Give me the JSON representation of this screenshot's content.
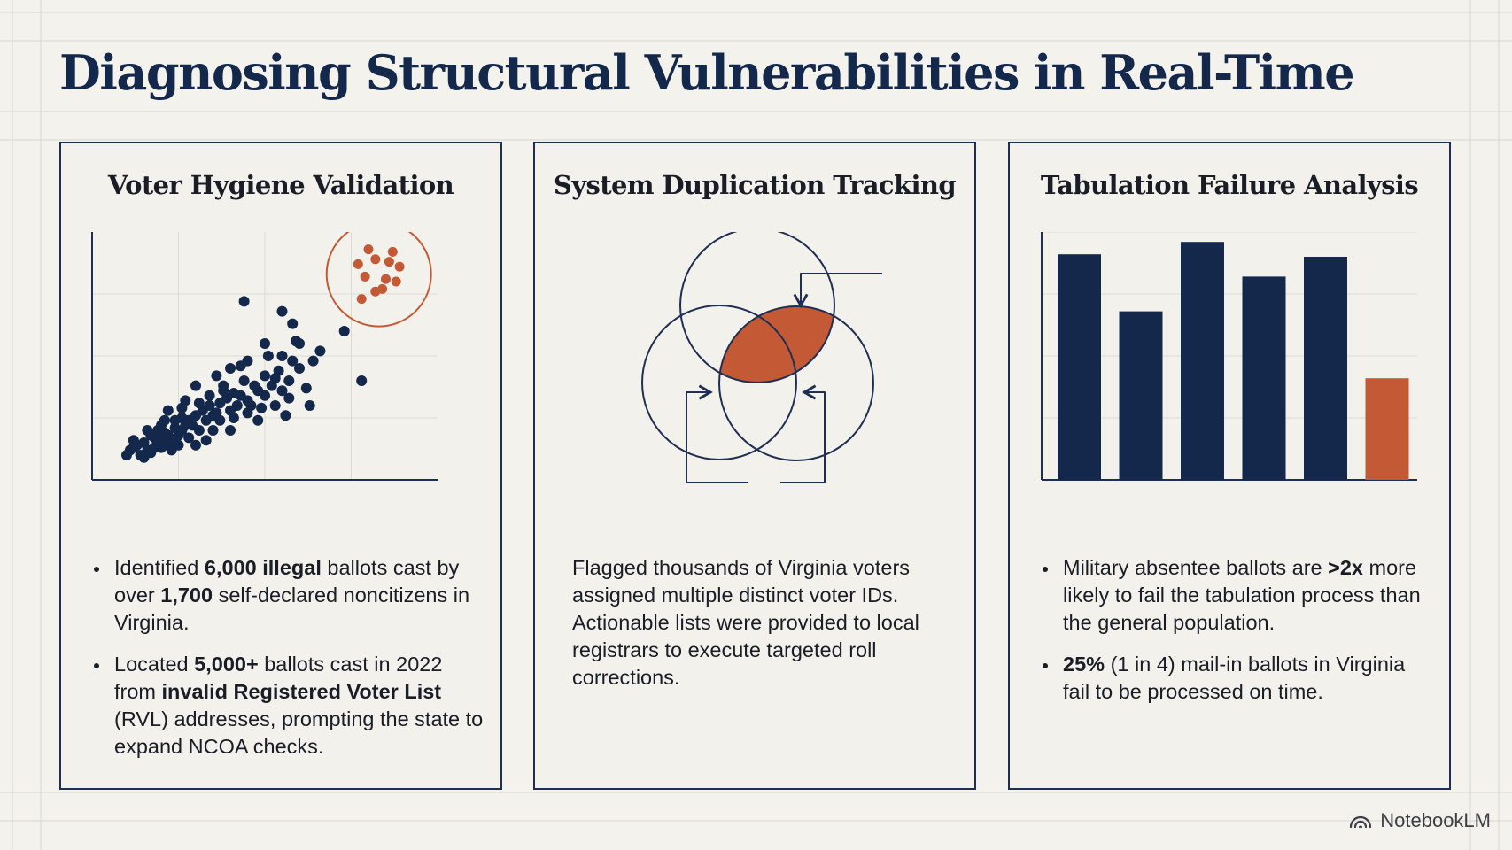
{
  "page": {
    "title": "Diagnosing Structural Vulnerabilities in Real-Time"
  },
  "colors": {
    "navy": "#14284c",
    "accent": "#c45a35",
    "background": "#f4f2ec"
  },
  "panels": [
    {
      "title": "Voter Hygiene Validation",
      "bullets": [
        [
          {
            "text": "Identified "
          },
          {
            "text": "6,000 illegal",
            "bold": true
          },
          {
            "text": " ballots cast by over "
          },
          {
            "text": "1,700",
            "bold": true
          },
          {
            "text": " self-declared noncitizens in Virginia."
          }
        ],
        [
          {
            "text": "Located "
          },
          {
            "text": "5,000+",
            "bold": true
          },
          {
            "text": " ballots cast in 2022 from "
          },
          {
            "text": "invalid Registered Voter List",
            "bold": true
          },
          {
            "text": " (RVL) addresses, prompting the state to expand NCOA checks."
          }
        ]
      ]
    },
    {
      "title": "System Duplication Tracking",
      "paragraph": "Flagged thousands of Virginia voters assigned multiple distinct voter IDs. Actionable lists were provided to local registrars to execute targeted roll corrections."
    },
    {
      "title": "Tabulation Failure Analysis",
      "bullets": [
        [
          {
            "text": "Military absentee ballots are "
          },
          {
            "text": ">2x",
            "bold": true
          },
          {
            "text": " more likely to fail the tabulation process than the general population."
          }
        ],
        [
          {
            "text": "25%",
            "bold": true
          },
          {
            "text": " (1 in 4) mail-in ballots in Virginia fail to be processed on time."
          }
        ]
      ]
    }
  ],
  "scatter": {
    "ylim": [
      0,
      100
    ],
    "xlim": [
      0,
      100
    ],
    "main_points": [
      [
        10,
        10
      ],
      [
        12,
        13
      ],
      [
        14,
        10
      ],
      [
        15,
        15
      ],
      [
        16,
        12
      ],
      [
        18,
        17
      ],
      [
        18,
        13
      ],
      [
        19,
        15
      ],
      [
        20,
        16
      ],
      [
        21,
        19
      ],
      [
        22,
        18
      ],
      [
        23,
        16
      ],
      [
        24,
        21
      ],
      [
        25,
        18
      ],
      [
        20,
        13
      ],
      [
        17,
        18
      ],
      [
        22,
        14
      ],
      [
        26,
        20
      ],
      [
        27,
        22
      ],
      [
        28,
        24
      ],
      [
        26,
        25
      ],
      [
        24,
        24
      ],
      [
        30,
        26
      ],
      [
        32,
        28
      ],
      [
        29,
        22
      ],
      [
        31,
        20
      ],
      [
        33,
        24
      ],
      [
        35,
        26
      ],
      [
        34,
        30
      ],
      [
        37,
        31
      ],
      [
        36,
        27
      ],
      [
        39,
        33
      ],
      [
        40,
        28
      ],
      [
        41,
        35
      ],
      [
        38,
        36
      ],
      [
        43,
        34
      ],
      [
        45,
        32
      ],
      [
        42,
        30
      ],
      [
        47,
        38
      ],
      [
        44,
        40
      ],
      [
        46,
        30
      ],
      [
        48,
        36
      ],
      [
        50,
        34
      ],
      [
        50,
        42
      ],
      [
        52,
        38
      ],
      [
        54,
        44
      ],
      [
        53,
        30
      ],
      [
        55,
        36
      ],
      [
        57,
        40
      ],
      [
        58,
        48
      ],
      [
        60,
        45
      ],
      [
        62,
        37
      ],
      [
        64,
        48
      ],
      [
        60,
        55
      ],
      [
        55,
        50
      ],
      [
        50,
        55
      ],
      [
        45,
        48
      ],
      [
        40,
        45
      ],
      [
        36,
        42
      ],
      [
        30,
        38
      ],
      [
        27,
        32
      ],
      [
        22,
        28
      ],
      [
        40,
        20
      ],
      [
        48,
        24
      ],
      [
        56,
        26
      ],
      [
        33,
        16
      ],
      [
        20,
        22
      ],
      [
        16,
        20
      ],
      [
        12,
        16
      ],
      [
        43,
        46
      ],
      [
        51,
        50
      ],
      [
        58,
        63
      ],
      [
        66,
        52
      ],
      [
        73,
        60
      ],
      [
        63,
        30
      ],
      [
        78,
        40
      ],
      [
        44,
        72
      ],
      [
        55,
        68
      ],
      [
        59,
        56
      ],
      [
        15,
        9
      ],
      [
        11,
        12
      ],
      [
        13,
        14
      ],
      [
        17,
        11
      ],
      [
        19,
        20
      ],
      [
        23,
        12
      ],
      [
        25,
        14
      ],
      [
        28,
        17
      ],
      [
        30,
        14
      ],
      [
        35,
        20
      ],
      [
        37,
        24
      ],
      [
        41,
        25
      ],
      [
        45,
        27
      ],
      [
        49,
        29
      ],
      [
        53,
        41
      ],
      [
        57,
        33
      ],
      [
        38,
        38
      ],
      [
        34,
        34
      ],
      [
        26,
        29
      ],
      [
        21,
        24
      ],
      [
        31,
        31
      ]
    ],
    "outlier_points": [
      [
        77,
        87
      ],
      [
        82,
        89
      ],
      [
        86,
        88
      ],
      [
        89,
        86
      ],
      [
        79,
        82
      ],
      [
        85,
        81
      ],
      [
        78,
        73
      ],
      [
        84,
        77
      ],
      [
        88,
        80
      ],
      [
        80,
        93
      ],
      [
        87,
        92
      ],
      [
        82,
        76
      ]
    ]
  },
  "bar_chart": {
    "type": "bar",
    "categories": [
      "",
      "",
      "",
      "",
      "",
      ""
    ],
    "values": [
      91,
      68,
      96,
      82,
      90,
      41
    ],
    "ylim": [
      0,
      100
    ]
  },
  "brand": {
    "name": "NotebookLM"
  }
}
